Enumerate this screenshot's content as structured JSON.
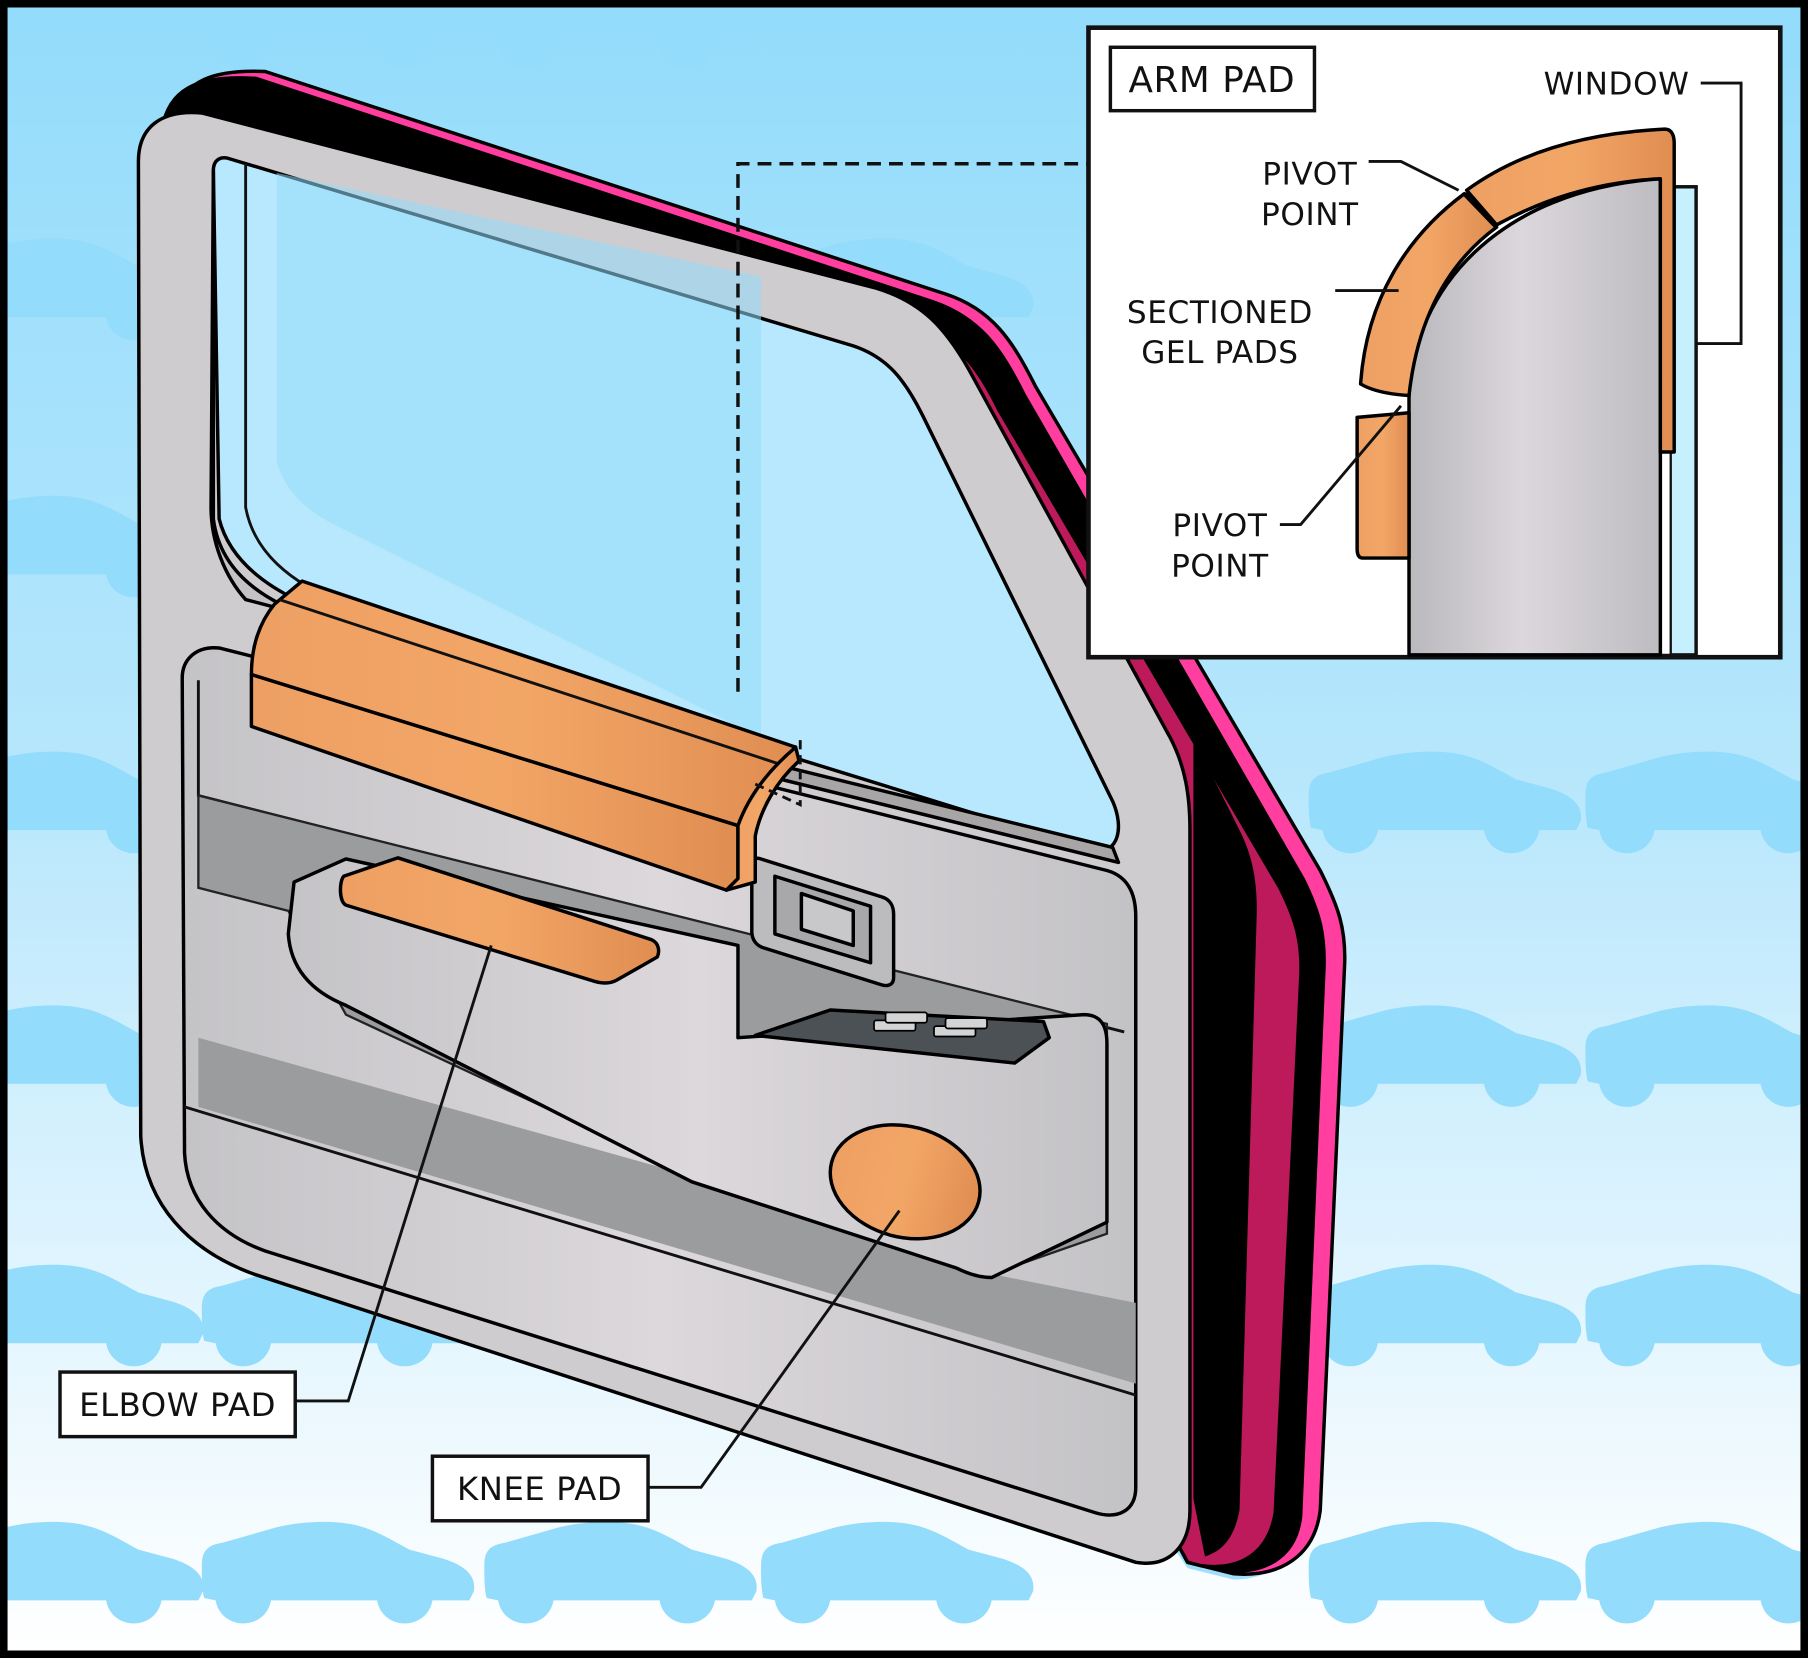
{
  "diagram": {
    "subject": "Car door interior with gel padding",
    "labels": {
      "elbow_pad": "ELBOW PAD",
      "knee_pad": "KNEE PAD"
    },
    "inset": {
      "title": "ARM PAD",
      "callouts": {
        "window": "WINDOW",
        "pivot_point_top_line1": "PIVOT",
        "pivot_point_top_line2": "POINT",
        "gel_pads_line1": "SECTIONED",
        "gel_pads_line2": "GEL PADS",
        "pivot_point_bottom_line1": "PIVOT",
        "pivot_point_bottom_line2": "POINT"
      }
    },
    "colors": {
      "background_top": "#93dcfb",
      "background_bottom": "#ffffff",
      "car_silhouette": "#93dcfb",
      "door_panel": "#cfcccf",
      "door_trim_dark": "#9a9c9e",
      "gel_pad": "#eb9a5a",
      "seal_crimson": "#bc1a5a",
      "seal_pink": "#ff3ea0",
      "window_glass": "#b8e8fd"
    }
  }
}
